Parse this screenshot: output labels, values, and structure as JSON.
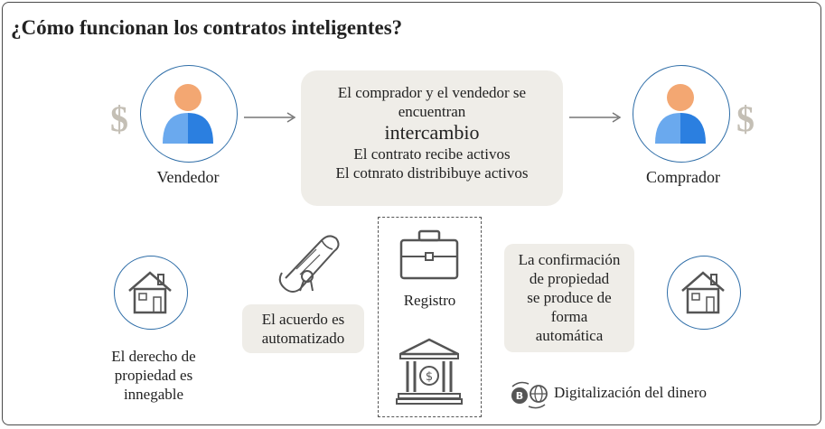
{
  "title": "¿Cómo funcionan los contratos inteligentes?",
  "seller": {
    "label": "Vendedor",
    "currency": "$"
  },
  "buyer": {
    "label": "Comprador",
    "currency": "$"
  },
  "center": {
    "line1": "El comprador y el vendedor se",
    "line2": "encuentran",
    "line3": "intercambio",
    "line4": "El contrato recibe activos",
    "line5": "El cotnrato distribibuye activos"
  },
  "left_property": {
    "lines": [
      "El derecho de",
      "propiedad es",
      "innegable"
    ]
  },
  "agreement": {
    "lines": [
      "El acuerdo es",
      "automatizado"
    ]
  },
  "registry": {
    "label": "Registro"
  },
  "confirmation": {
    "lines": [
      "La confirmación",
      "de propiedad",
      "se produce de",
      "forma",
      "automática"
    ]
  },
  "digital": {
    "label": "Digitalización del dinero"
  },
  "colors": {
    "accent_blue": "#2f6ea8",
    "person_blue": "#2b7fe0",
    "person_light": "#6aa9ee",
    "head": "#f3a772",
    "box": "#efede8",
    "dollar": "#c4bfb5"
  }
}
